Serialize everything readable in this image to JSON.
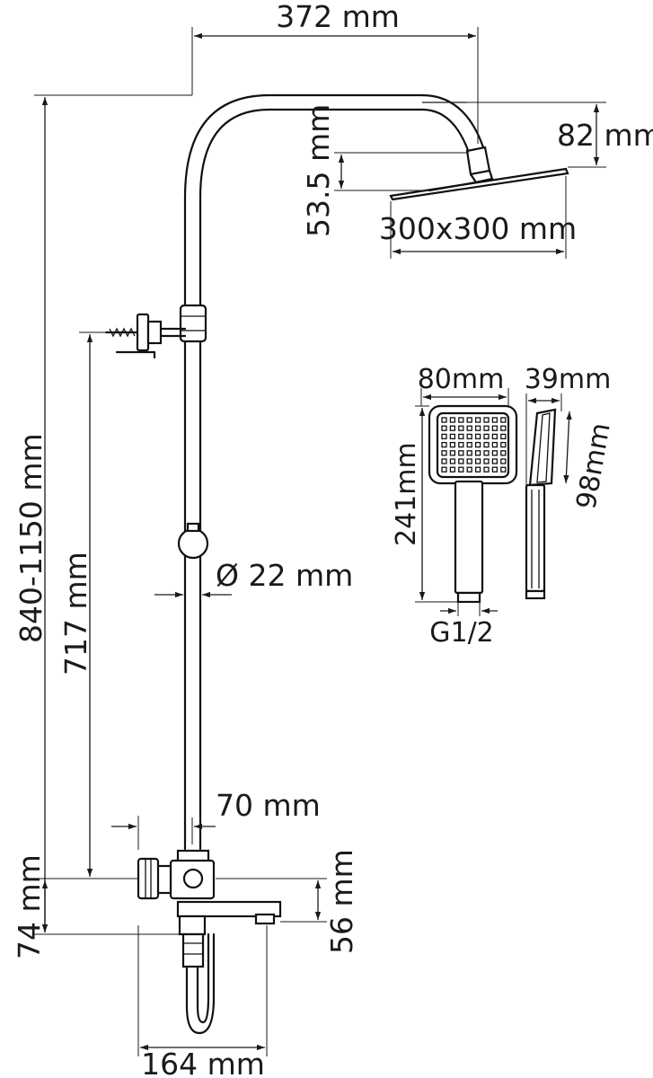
{
  "dimensions": {
    "arm_length": "372 mm",
    "head_height_drop": "82 mm",
    "head_thickness": "53.5 mm",
    "head_size": "300x300 mm",
    "total_height": "840-1150 mm",
    "holder_height": "717 mm",
    "pipe_diameter": "Ø 22 mm",
    "mixer_offset": "70 mm",
    "bottom_offset": "74 mm",
    "spout_offset": "56 mm",
    "spout_reach": "164 mm",
    "hand_width": "80mm",
    "hand_depth": "39mm",
    "hand_length": "241mm",
    "hand_head_length": "98mm",
    "hand_thread": "G1/2"
  }
}
